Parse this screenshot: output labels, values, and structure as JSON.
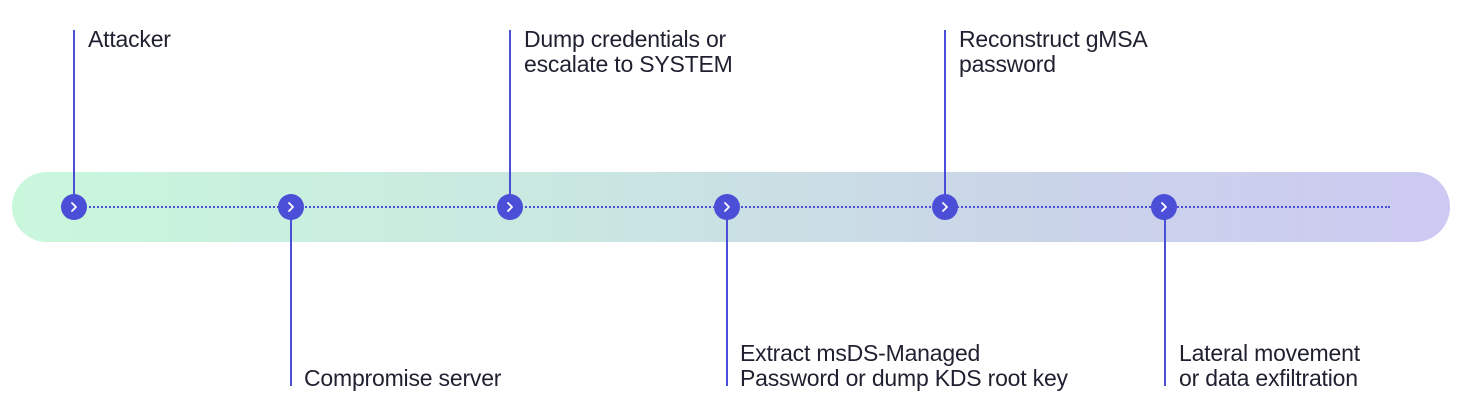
{
  "steps": [
    {
      "lines": [
        "Attacker"
      ]
    },
    {
      "lines": [
        "Compromise server"
      ]
    },
    {
      "lines": [
        "Dump credentials or",
        "escalate to SYSTEM"
      ]
    },
    {
      "lines": [
        "Extract msDS-Managed",
        "Password or dump KDS root key"
      ]
    },
    {
      "lines": [
        "Reconstruct gMSA",
        "password"
      ]
    },
    {
      "lines": [
        "Lateral movement",
        "or data exfiltration"
      ]
    }
  ],
  "colors": {
    "accent": "#4b4fd8",
    "band_start": "#c9f7dc",
    "band_end": "#cdc9f2",
    "text": "#1f2030"
  },
  "icons": {
    "node": "chevron-right-icon"
  }
}
